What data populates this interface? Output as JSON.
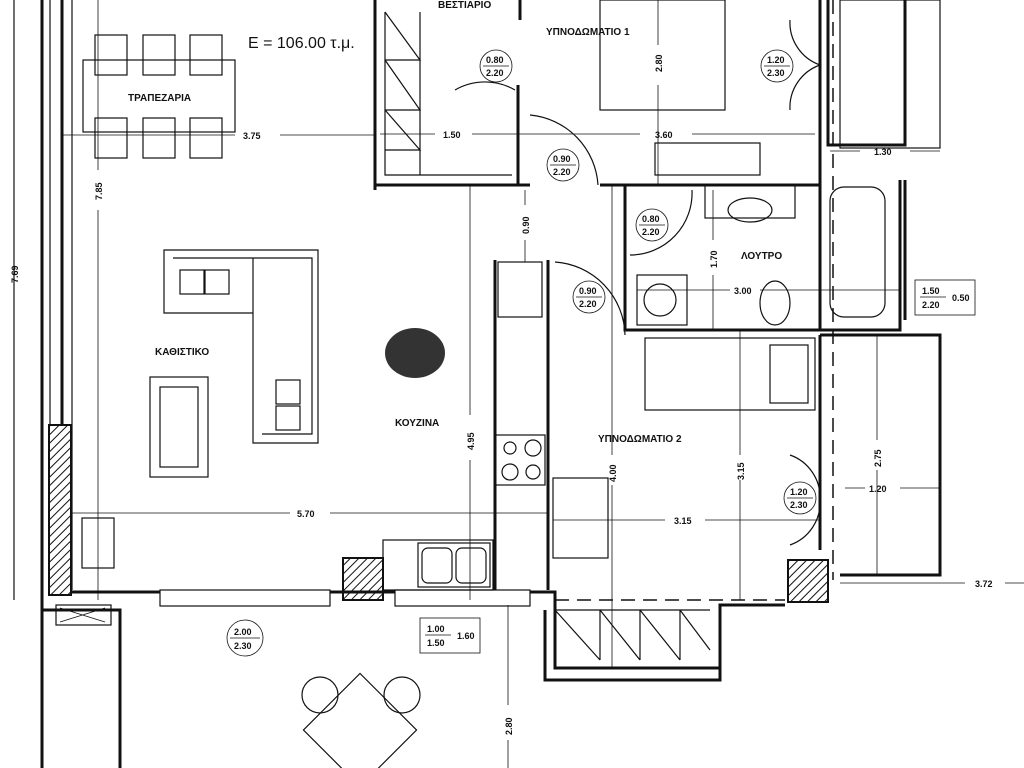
{
  "plan": {
    "area_label": "E = 106.00 τ.μ.",
    "rooms": {
      "wardrobe": "ΒΕΣΤΙΑΡΙΟ",
      "dining": "ΤΡΑΠΕΖΑΡΙΑ",
      "bedroom1": "ΥΠΝΟΔΩΜΑΤΙΟ 1",
      "bathroom": "ΛΟΥΤΡΟ",
      "living": "ΚΑΘΙΣΤΙΚΟ",
      "kitchen": "ΚΟΥΖΙΝΑ",
      "bedroom2": "ΥΠΝΟΔΩΜΑΤΙΟ 2"
    },
    "dimensions": {
      "d375": "3.75",
      "d150": "1.50",
      "d360": "3.60",
      "d130": "1.30",
      "d785": "7.85",
      "d769": "7.69",
      "d280a": "2.80",
      "d090": "0.90",
      "d170": "1.70",
      "d300": "3.00",
      "d495": "4.95",
      "d400": "4.00",
      "d315v": "3.15",
      "d275": "2.75",
      "d120": "1.20",
      "d570": "5.70",
      "d315h": "3.15",
      "d372": "3.72",
      "d280b": "2.80"
    },
    "doors": [
      {
        "w": "0.80",
        "h": "2.20"
      },
      {
        "w": "0.90",
        "h": "2.20"
      },
      {
        "w": "0.80",
        "h": "2.20"
      },
      {
        "w": "0.90",
        "h": "2.20"
      },
      {
        "w": "1.20",
        "h": "2.30"
      },
      {
        "w": "1.20",
        "h": "2.30"
      },
      {
        "w": "2.00",
        "h": "2.30"
      }
    ],
    "windows": [
      {
        "w": "1.50",
        "h": "2.20",
        "sill": "0.50"
      },
      {
        "w": "1.00",
        "h": "1.50",
        "sill": "1.60"
      }
    ]
  }
}
